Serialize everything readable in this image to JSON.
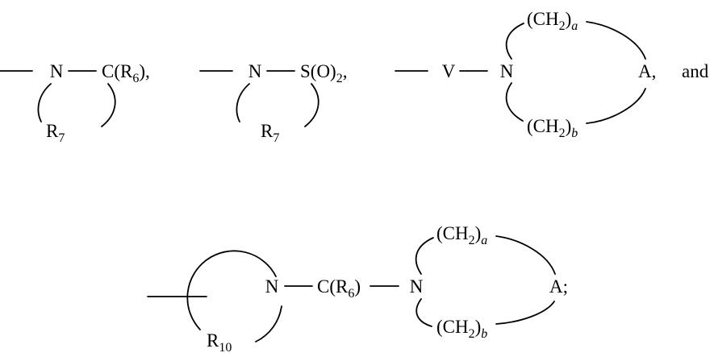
{
  "figure": {
    "background": "#ffffff",
    "ink": "#000000"
  },
  "top_row": {
    "structure1": {
      "nitrogen": "N",
      "carbon_group": "C(R",
      "carbon_sub": "6",
      "carbon_close": "),",
      "substituent": "R",
      "substituent_sub": "7"
    },
    "structure2": {
      "nitrogen": "N",
      "sulfonyl_group": "S(O)",
      "sulfonyl_sub": "2",
      "sulfonyl_close": ",",
      "substituent": "R",
      "substituent_sub": "7"
    },
    "structure3": {
      "v_atom": "V",
      "nitrogen": "N",
      "bridge_top": "(CH",
      "bridge_top_sub": "2",
      "bridge_top_close": ")",
      "bridge_top_index": "a",
      "bridge_bottom": "(CH",
      "bridge_bottom_sub": "2",
      "bridge_bottom_close": ")",
      "bridge_bottom_index": "b",
      "ring_atom": "A,"
    },
    "conjunction": "and"
  },
  "bottom_row": {
    "structure4": {
      "ring_substituent": "R",
      "ring_substituent_sub": "10",
      "nitrogen1": "N",
      "carbon_group": "C(R",
      "carbon_sub": "6",
      "carbon_close": ")",
      "nitrogen2": "N",
      "bridge_top": "(CH",
      "bridge_top_sub": "2",
      "bridge_top_close": ")",
      "bridge_top_index": "a",
      "bridge_bottom": "(CH",
      "bridge_bottom_sub": "2",
      "bridge_bottom_close": ")",
      "bridge_bottom_index": "b",
      "ring_atom": "A;"
    }
  }
}
